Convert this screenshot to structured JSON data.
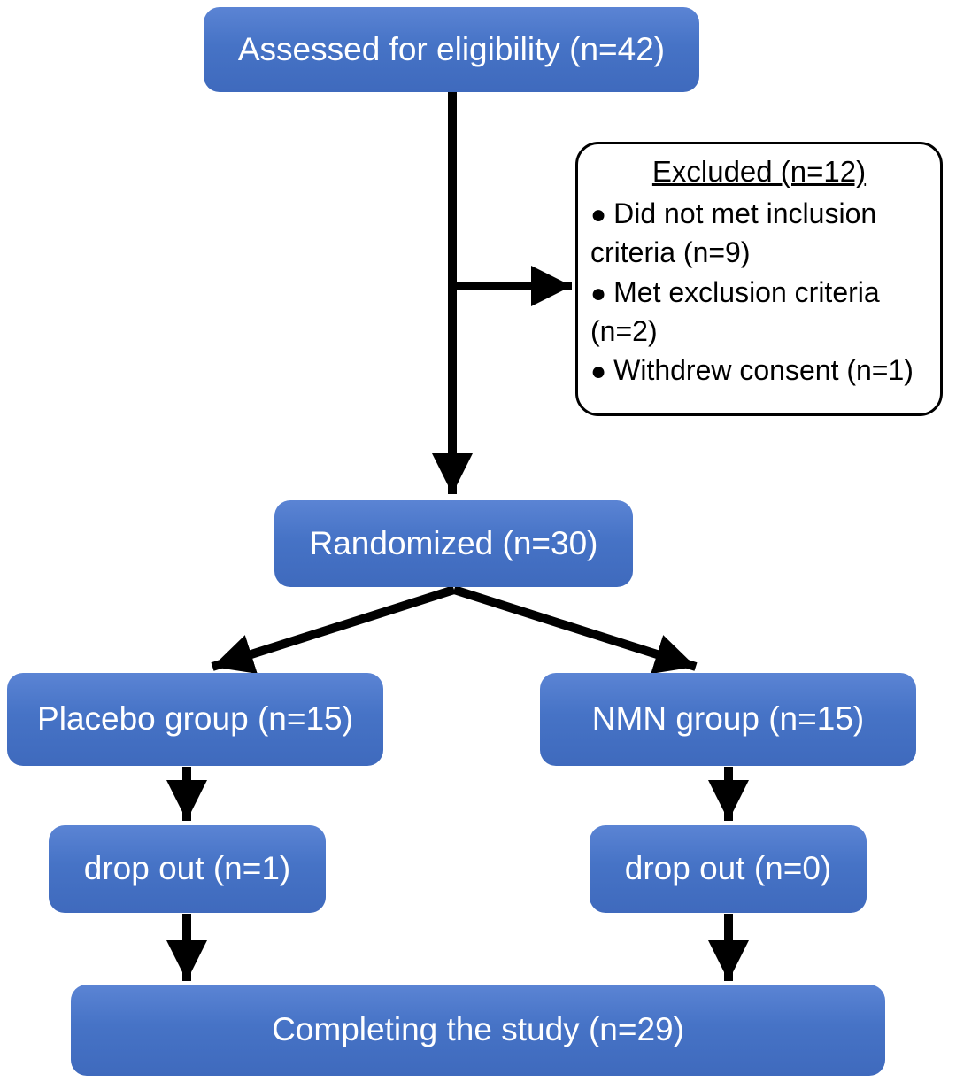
{
  "diagram": {
    "kind": "consort-flow-diagram",
    "colors": {
      "box_fill": "#4472c4",
      "box_text": "#ffffff",
      "arrow": "#000000",
      "excluded_border": "#000000"
    },
    "icons": {
      "bullet": "●"
    },
    "boxes": {
      "assessed": {
        "label": "Assessed for eligibility (n=42)"
      },
      "randomized": {
        "label": "Randomized (n=30)"
      },
      "placebo": {
        "label": "Placebo group (n=15)"
      },
      "nmn": {
        "label": "NMN group (n=15)"
      },
      "dropout_placebo": {
        "label": "drop out (n=1)"
      },
      "dropout_nmn": {
        "label": "drop out (n=0)"
      },
      "completing": {
        "label": "Completing the study (n=29)"
      }
    },
    "excluded": {
      "title": "Excluded (n=12)",
      "items": [
        "Did not met inclusion criteria (n=9)",
        "Met exclusion criteria (n=2)",
        "Withdrew consent (n=1)"
      ]
    }
  }
}
